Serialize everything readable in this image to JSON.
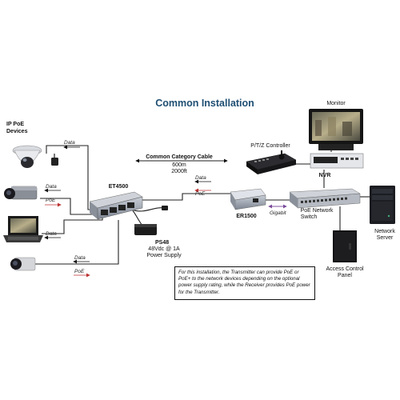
{
  "title": "Common Installation",
  "labels": {
    "ip_poe_line1": "IP PoE",
    "ip_poe_line2": "Devices",
    "monitor": "Monitor",
    "ptz": "P/T/Z Controller",
    "nvr": "NVR",
    "et4500": "ET4500",
    "er1500": "ER1500",
    "ps48": "PS48",
    "ps48_spec1": "48Vdc @ 1A",
    "ps48_spec2": "Power Supply",
    "poe_switch_line1": "PoE Network",
    "poe_switch_line2": "Switch",
    "network_server_line1": "Network",
    "network_server_line2": "Server",
    "access_panel_line1": "Access Control",
    "access_panel_line2": "Panel",
    "cable_line1": "Common Category Cable",
    "cable_line2": "600m",
    "cable_line3": "2000ft",
    "data": "Data",
    "poe": "PoE",
    "gigabit": "Gigabit"
  },
  "note": "For this installation, the Transmitter can provide PoE or PoE+ to the network devices depending on the optional power supply rating, while the Receiver provides PoE power for the Transmitter."
}
